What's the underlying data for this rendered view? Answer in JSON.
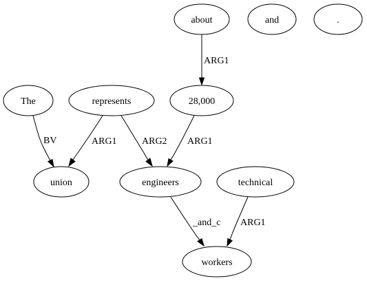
{
  "graph": {
    "nodes": [
      {
        "id": "about",
        "label": "about"
      },
      {
        "id": "and",
        "label": "and"
      },
      {
        "id": "period",
        "label": "."
      },
      {
        "id": "The",
        "label": "The"
      },
      {
        "id": "represents",
        "label": "represents"
      },
      {
        "id": "num",
        "label": "28,000"
      },
      {
        "id": "union",
        "label": "union"
      },
      {
        "id": "engineers",
        "label": "engineers"
      },
      {
        "id": "technical",
        "label": "technical"
      },
      {
        "id": "workers",
        "label": "workers"
      }
    ],
    "edges": [
      {
        "from": "about",
        "to": "num",
        "label": "ARG1"
      },
      {
        "from": "The",
        "to": "union",
        "label": "BV"
      },
      {
        "from": "represents",
        "to": "union",
        "label": "ARG1"
      },
      {
        "from": "represents",
        "to": "engineers",
        "label": "ARG2"
      },
      {
        "from": "num",
        "to": "engineers",
        "label": "ARG1"
      },
      {
        "from": "engineers",
        "to": "workers",
        "label": "_and_c"
      },
      {
        "from": "technical",
        "to": "workers",
        "label": "ARG1"
      }
    ]
  }
}
